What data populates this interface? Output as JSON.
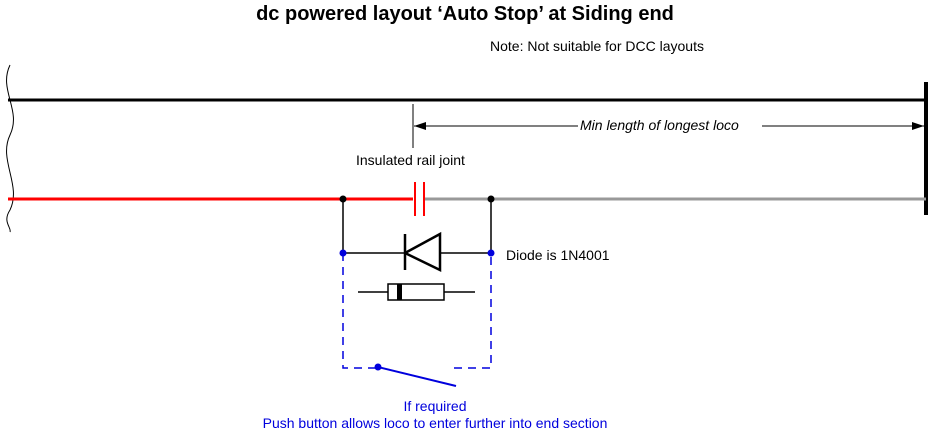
{
  "title": "dc powered layout ‘Auto Stop’ at Siding end",
  "note": "Note: Not suitable for DCC layouts",
  "dimension_label": "Min length of longest loco",
  "joint_label": "Insulated rail joint",
  "diode_label": "Diode is 1N4001",
  "switch_label_line1": "If required",
  "switch_label_line2": "Push button allows loco to enter further into end section",
  "colors": {
    "live_rail": "#ff0000",
    "isolated_rail": "#999999",
    "top_rail": "#000000",
    "push_button_wiring": "#0000dd"
  }
}
